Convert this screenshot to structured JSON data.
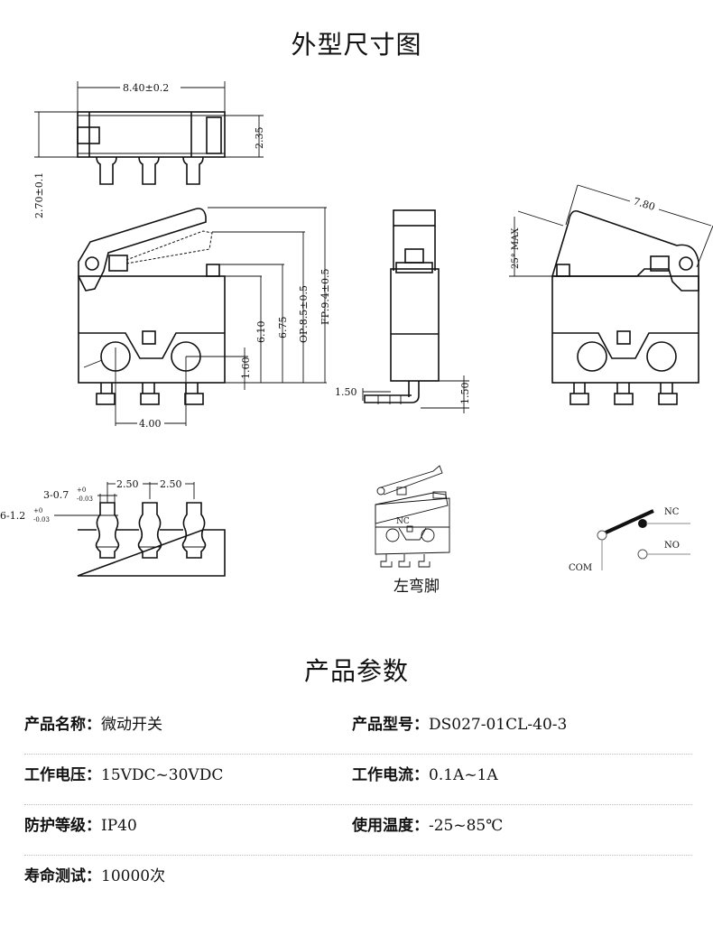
{
  "dimensions_section": {
    "title": "外型尺寸图",
    "top_view": {
      "width_label": "8.40±0.2",
      "height_label": "2.35",
      "total_height_label": "2.70±0.1"
    },
    "front_view": {
      "labels": [
        "6.10",
        "6.75",
        "OP:8.5±0.5",
        "FP:9.4±0.5",
        "1.60",
        "4.00"
      ]
    },
    "side_view": {
      "labels": [
        "1.50",
        "1.50"
      ]
    },
    "actuated_view": {
      "lever_label": "7.80",
      "angle_label": "25° MAX"
    },
    "pin_detail": {
      "pitch_1": "2.50",
      "pitch_2": "2.50",
      "pin_width": "3-0.7",
      "pin_width_tol_plus": "+0",
      "pin_width_tol_minus": "-0.03",
      "pin_neck": "6-1.2",
      "pin_neck_tol_plus": "+0",
      "pin_neck_tol_minus": "-0.03"
    },
    "iso_view": {
      "marker": "NC",
      "caption": "左弯脚"
    },
    "schematic": {
      "nc": "NC",
      "no": "NO",
      "com": "COM"
    }
  },
  "params_section": {
    "title": "产品参数",
    "rows": [
      [
        {
          "label": "产品名称：",
          "value": "微动开关"
        },
        {
          "label": "产品型号：",
          "value": "DS027-01CL-40-3"
        }
      ],
      [
        {
          "label": "工作电压：",
          "value": "15VDC~30VDC"
        },
        {
          "label": "工作电流：",
          "value": "0.1A~1A"
        }
      ],
      [
        {
          "label": "防护等级：",
          "value": "IP40"
        },
        {
          "label": "使用温度：",
          "value": "-25~85℃"
        }
      ],
      [
        {
          "label": "寿命测试：",
          "value": "10000次"
        }
      ]
    ]
  }
}
